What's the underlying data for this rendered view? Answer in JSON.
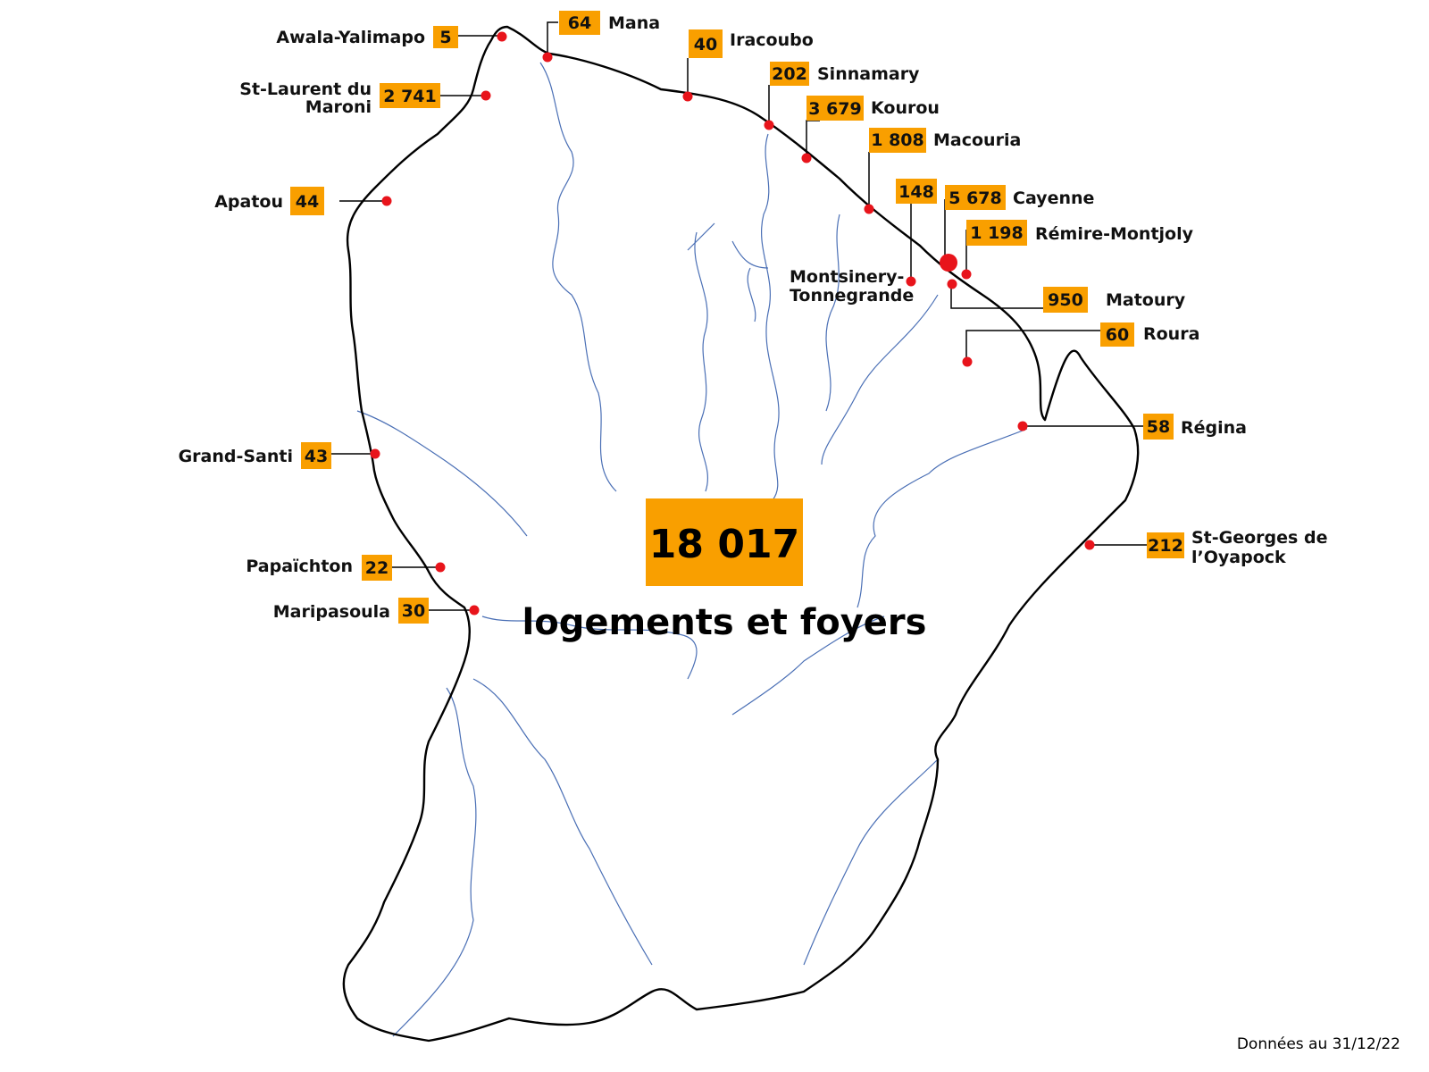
{
  "map": {
    "total": "18 017",
    "subtitle": "logements et foyers",
    "footnote": "Données au 31/12/22",
    "colors": {
      "box": "#f99f00",
      "dot": "#e8141b",
      "coast": "#000000",
      "river": "#4a6fb5"
    },
    "communes": [
      {
        "name": "Awala-Yalimapo",
        "value": "5"
      },
      {
        "name": "Mana",
        "value": "64"
      },
      {
        "name": "Iracoubo",
        "value": "40"
      },
      {
        "name": "Sinnamary",
        "value": "202"
      },
      {
        "name": "Kourou",
        "value": "3 679"
      },
      {
        "name": "Macouria",
        "value": "1 808"
      },
      {
        "name": "St-Laurent du",
        "name2": "Maroni",
        "value": "2 741"
      },
      {
        "name": "Apatou",
        "value": "44"
      },
      {
        "name": "Montsinery-",
        "name2": "Tonnegrande",
        "value": "148"
      },
      {
        "name": "Cayenne",
        "value": "5 678"
      },
      {
        "name": "Rémire-Montjoly",
        "value": "1 198"
      },
      {
        "name": "Matoury",
        "value": "950"
      },
      {
        "name": "Roura",
        "value": "60"
      },
      {
        "name": "Régina",
        "value": "58"
      },
      {
        "name": "Grand-Santi",
        "value": "43"
      },
      {
        "name": "St-Georges de",
        "name2": "l’Oyapock",
        "value": "212"
      },
      {
        "name": "Papaïchton",
        "value": "22"
      },
      {
        "name": "Maripasoula",
        "value": "30"
      }
    ]
  }
}
